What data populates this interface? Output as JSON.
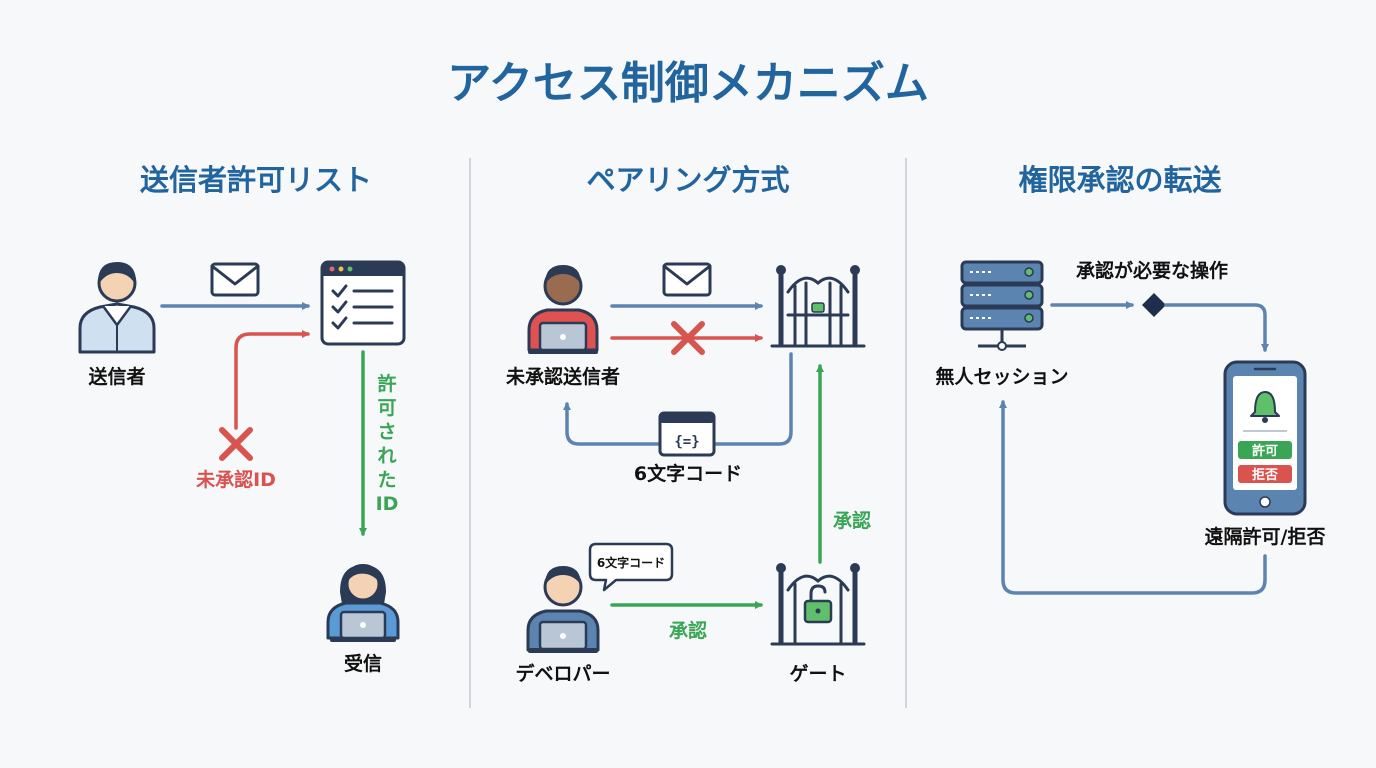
{
  "title": "アクセス制御メカニズム",
  "sections": [
    {
      "heading": "送信者許可リスト",
      "labels": {
        "sender": "送信者",
        "unapproved": "未承認ID",
        "allowed": [
          "許",
          "可",
          "さ",
          "れ",
          "た",
          "ID"
        ],
        "recipient": "受信"
      }
    },
    {
      "heading": "ペアリング方式",
      "labels": {
        "unapproved_sender": "未承認送信者",
        "code_label": "6文字コード",
        "code_glyph": "{=}",
        "bubble": "6文字コード",
        "approve_h": "承認",
        "approve_v": "承認",
        "developer": "デベロパー",
        "gate": "ゲート"
      }
    },
    {
      "heading": "権限承認の転送",
      "labels": {
        "session": "無人セッション",
        "operation": "承認が必要な操作",
        "allow_btn": "許可",
        "deny_btn": "拒否",
        "remote": "遠隔許可/拒否"
      }
    }
  ],
  "colors": {
    "title": "#22659e",
    "flow": "#5b84b1",
    "denied": "#d9534f",
    "approved": "#3aa655",
    "ink": "#2b3a55"
  }
}
